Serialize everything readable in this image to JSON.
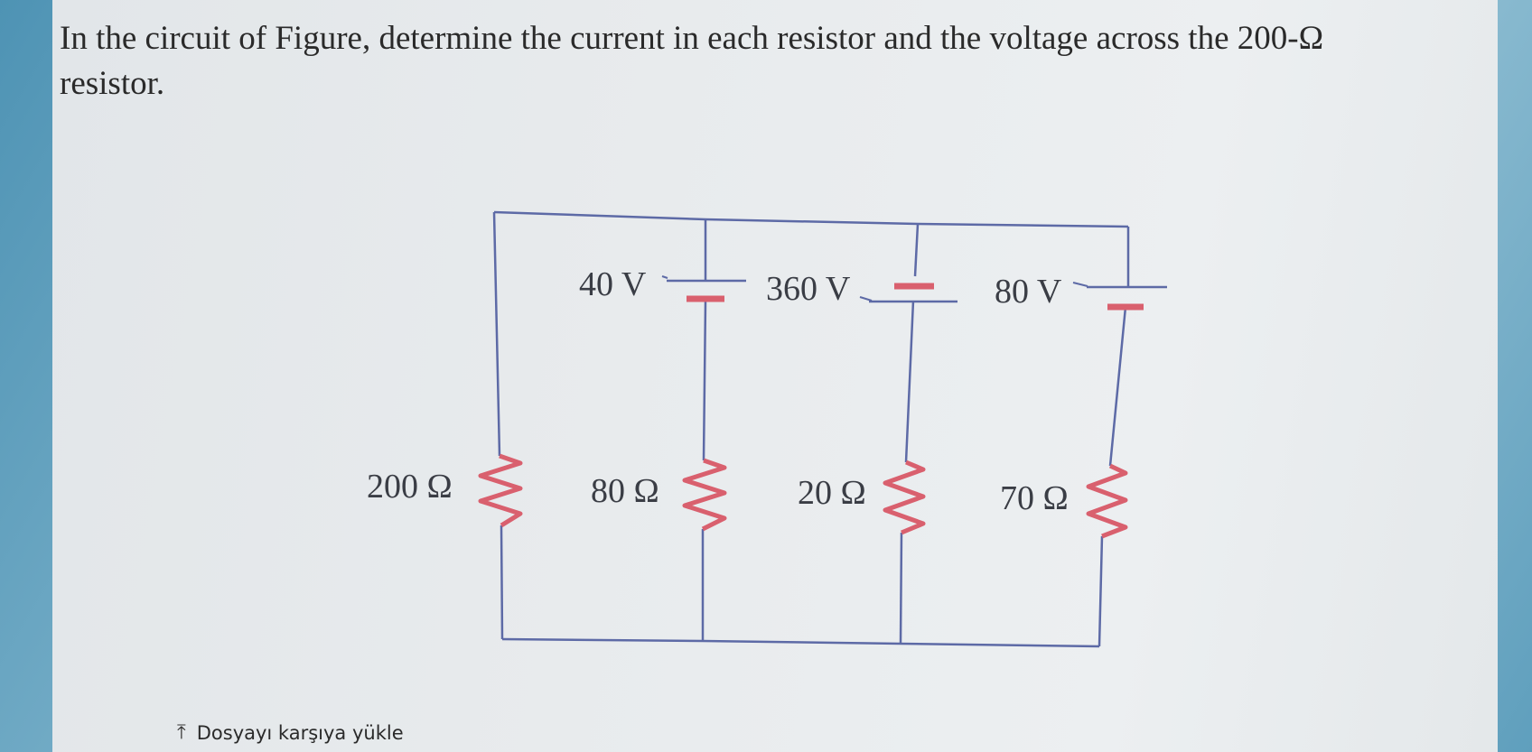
{
  "question": {
    "text": "In the circuit of Figure, determine the current in each resistor and the voltage across the 200-Ω resistor."
  },
  "circuit": {
    "batteries": [
      {
        "label": "40 V"
      },
      {
        "label": "360 V"
      },
      {
        "label": "80 V"
      }
    ],
    "resistors": [
      {
        "label": "200 Ω"
      },
      {
        "label": "80 Ω"
      },
      {
        "label": "20 Ω"
      },
      {
        "label": "70 Ω"
      }
    ],
    "colors": {
      "wire": "#5d6aa6",
      "component": "#d9606e"
    }
  },
  "upload": {
    "icon": "upload-icon",
    "label": "Dosyayı karşıya yükle"
  }
}
